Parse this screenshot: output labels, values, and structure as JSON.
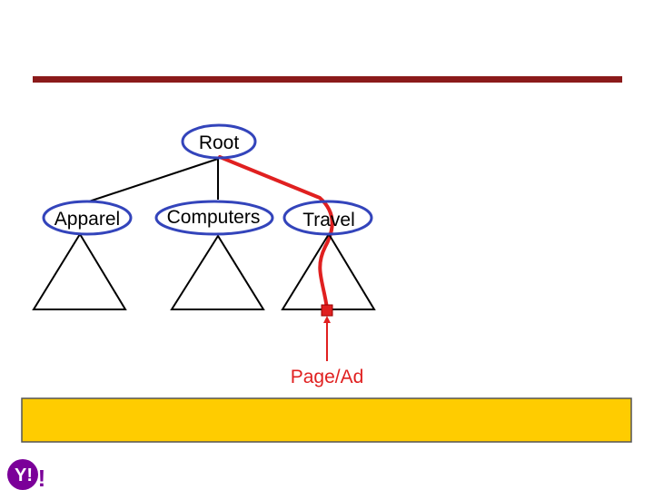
{
  "diagram": {
    "nodes": {
      "root": "Root",
      "apparel": "Apparel",
      "computers": "Computers",
      "travel": "Travel"
    },
    "page_ad_label": "Page/Ad"
  },
  "footer": {
    "logo_text": "Y!"
  },
  "colors": {
    "divider": "#8b1a1a",
    "node_border": "#3344bb",
    "path": "#e02020",
    "banner": "#ffcc00",
    "logo": "#7b0099"
  }
}
